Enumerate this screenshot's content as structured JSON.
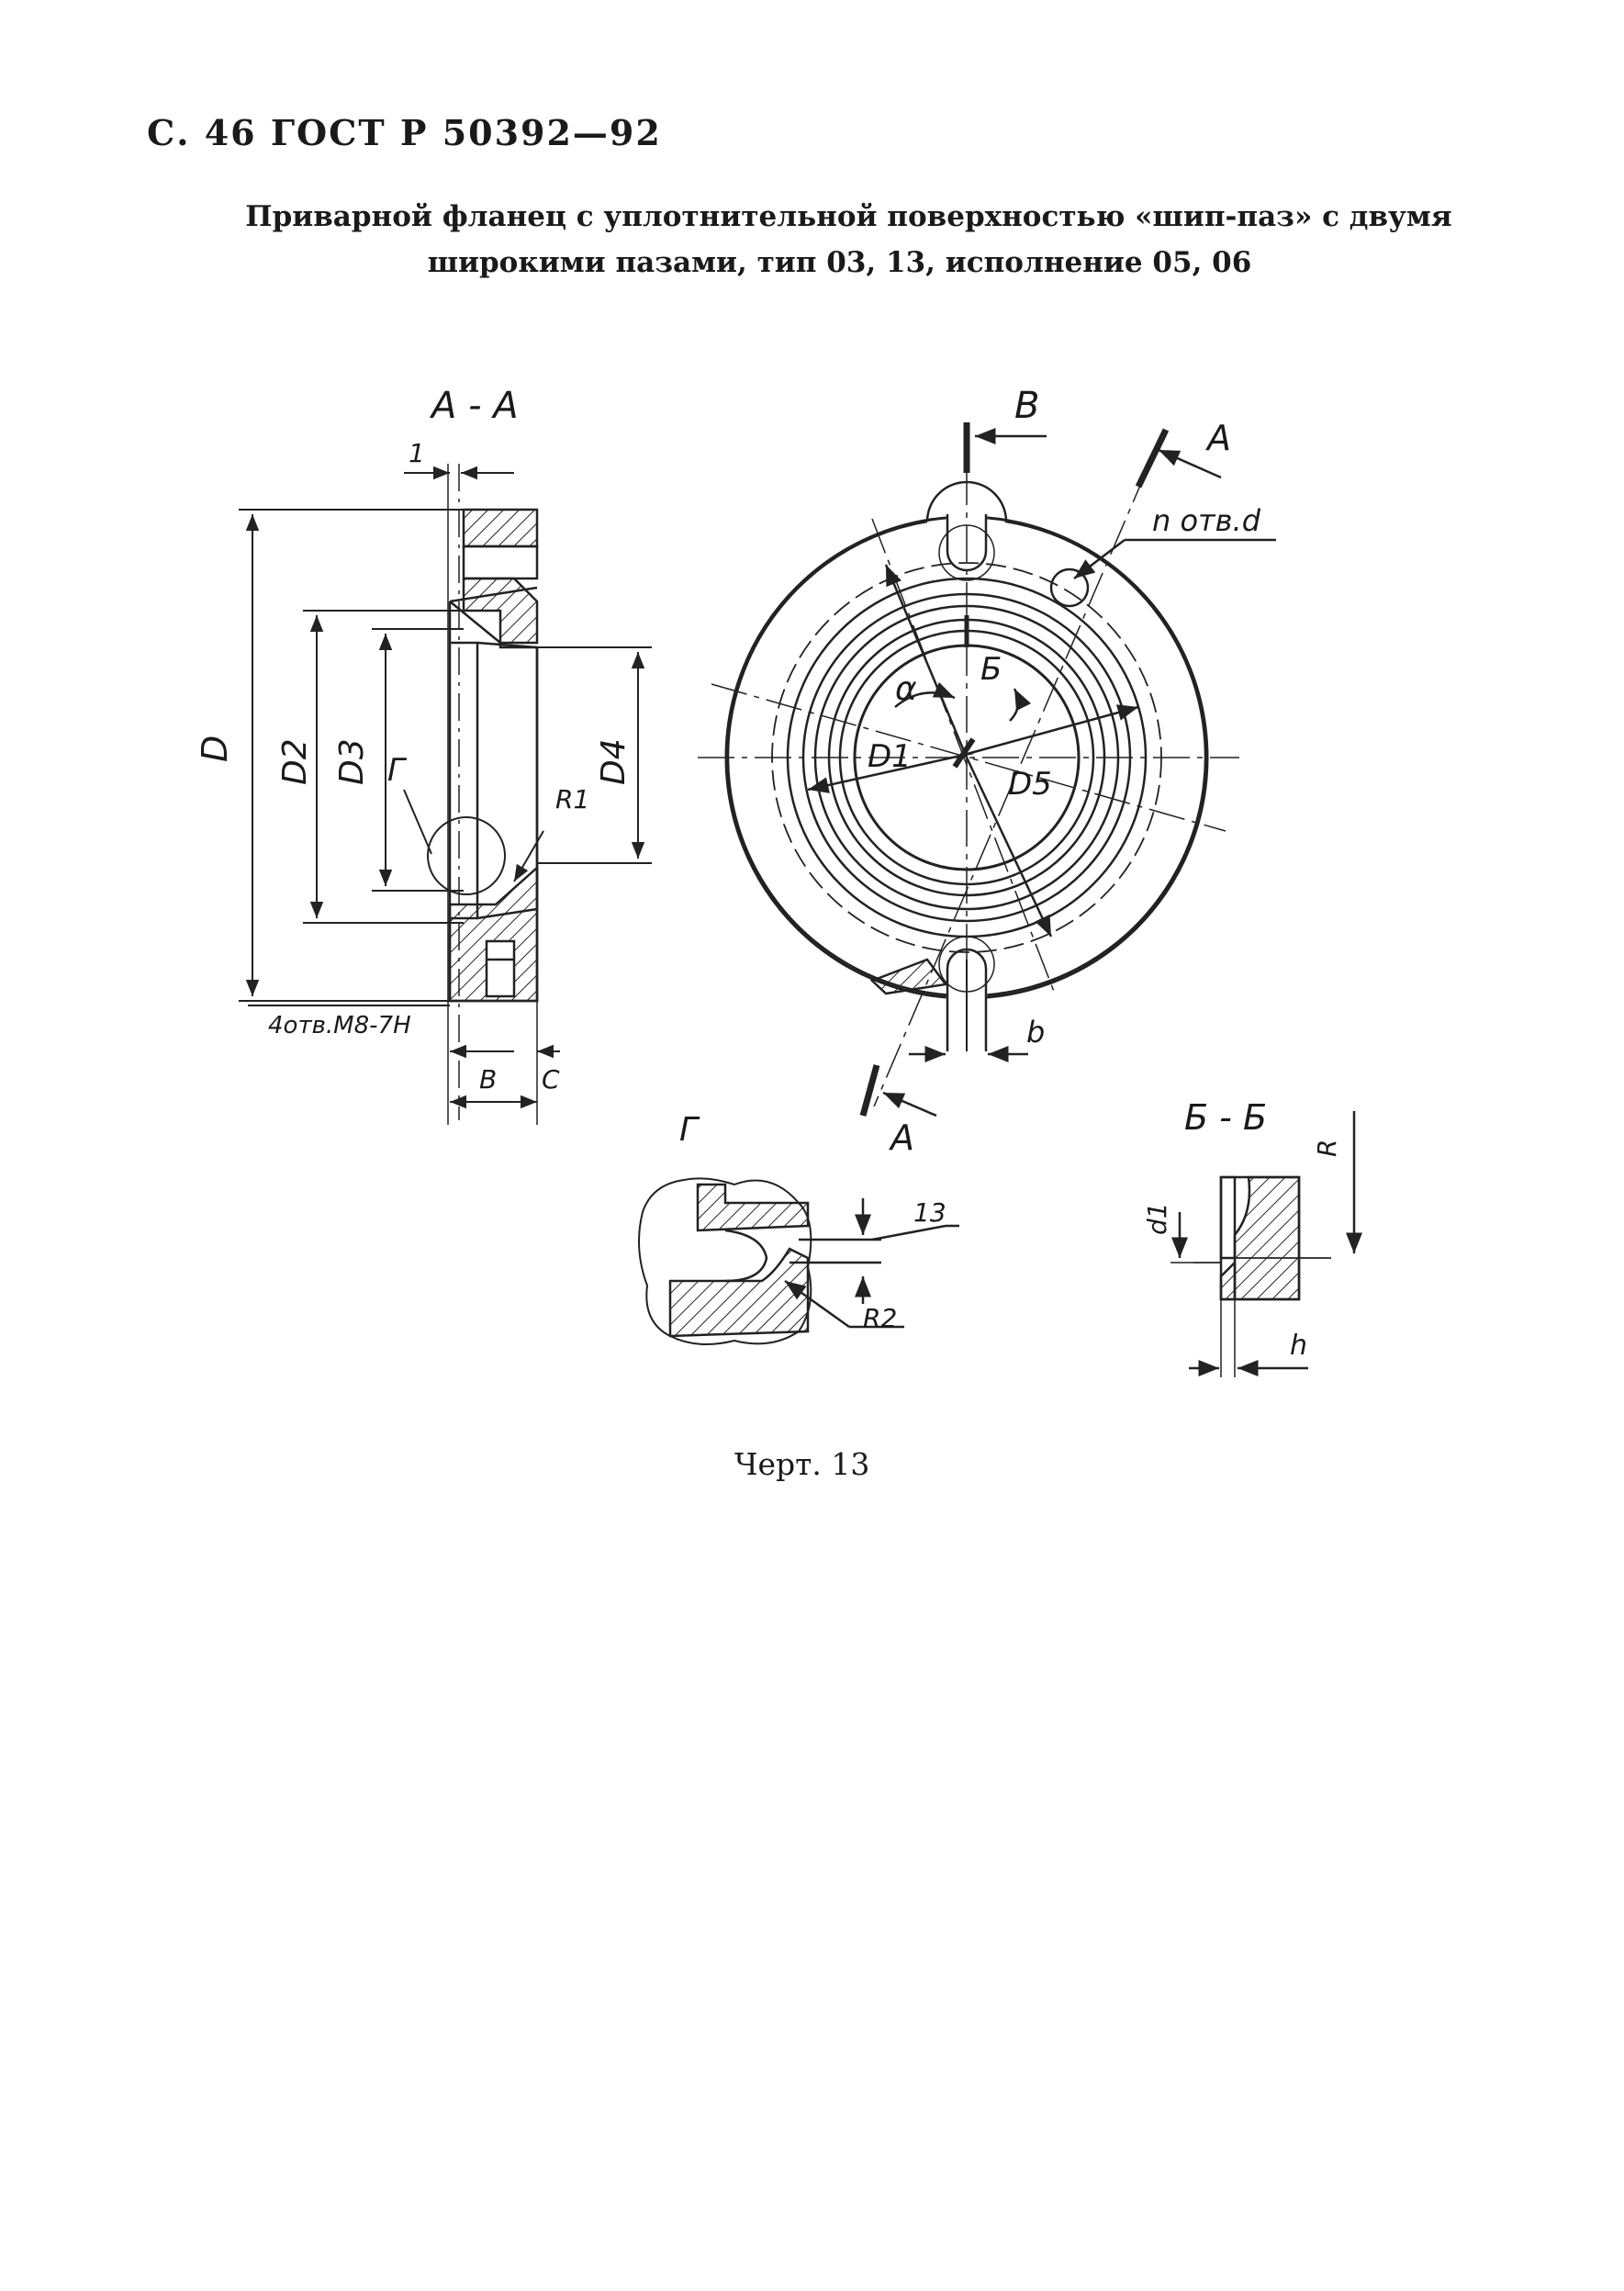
{
  "header": {
    "page_ref": "С. 46 ГОСТ Р 50392—92"
  },
  "title": {
    "line1": "Приварной фланец с уплотнительной поверхностью «шип-паз» с двумя",
    "line2": "широкими пазами, тип 03, 13, исполнение 05, 06"
  },
  "drawing": {
    "section_aa": "А - А",
    "dim_1": "1",
    "label_D": "D",
    "label_D2": "D2",
    "label_D3": "D3",
    "label_D4": "D4",
    "label_G": "Г",
    "label_R1": "R1",
    "holes_m8": "4отв.М8-7Н",
    "label_B_bottom": "В",
    "label_C_bottom": "С",
    "view_B": "В",
    "cut_A_top": "А",
    "cut_A_bottom": "А",
    "holes_n_d": "n отв.d",
    "label_alpha": "α",
    "label_Bsec": "Б",
    "label_D1": "D1",
    "label_D5": "D5",
    "label_b": "b",
    "detail_G": "Г",
    "dim_13": "13",
    "label_R2": "R2",
    "section_bb": "Б - Б",
    "label_R": "R",
    "label_d1": "d1",
    "label_h": "h"
  },
  "caption": "Черт. 13"
}
